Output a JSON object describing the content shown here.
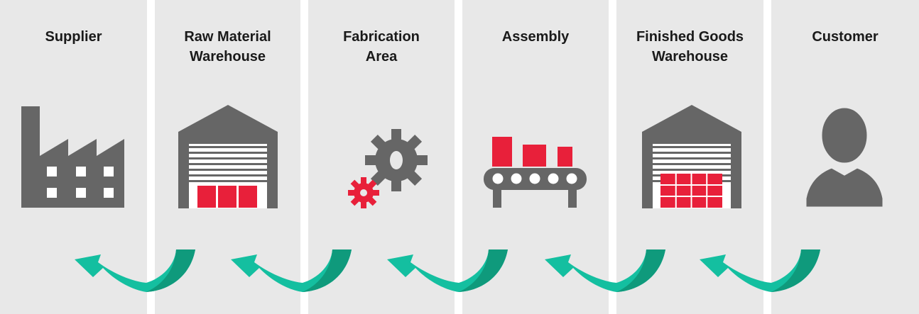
{
  "stages": [
    {
      "label": "Supplier",
      "icon": "factory-icon"
    },
    {
      "label": "Raw Material\nWarehouse",
      "icon": "warehouse-icon"
    },
    {
      "label": "Fabrication\nArea",
      "icon": "gears-icon"
    },
    {
      "label": "Assembly",
      "icon": "conveyor-icon"
    },
    {
      "label": "Finished Goods\nWarehouse",
      "icon": "warehouse-icon"
    },
    {
      "label": "Customer",
      "icon": "person-icon"
    }
  ],
  "colors": {
    "panel": "#e8e8e8",
    "icon": "#666666",
    "accent": "#e8203a",
    "arrow_light": "#14bfa0",
    "arrow_dark": "#0f9a7c"
  }
}
